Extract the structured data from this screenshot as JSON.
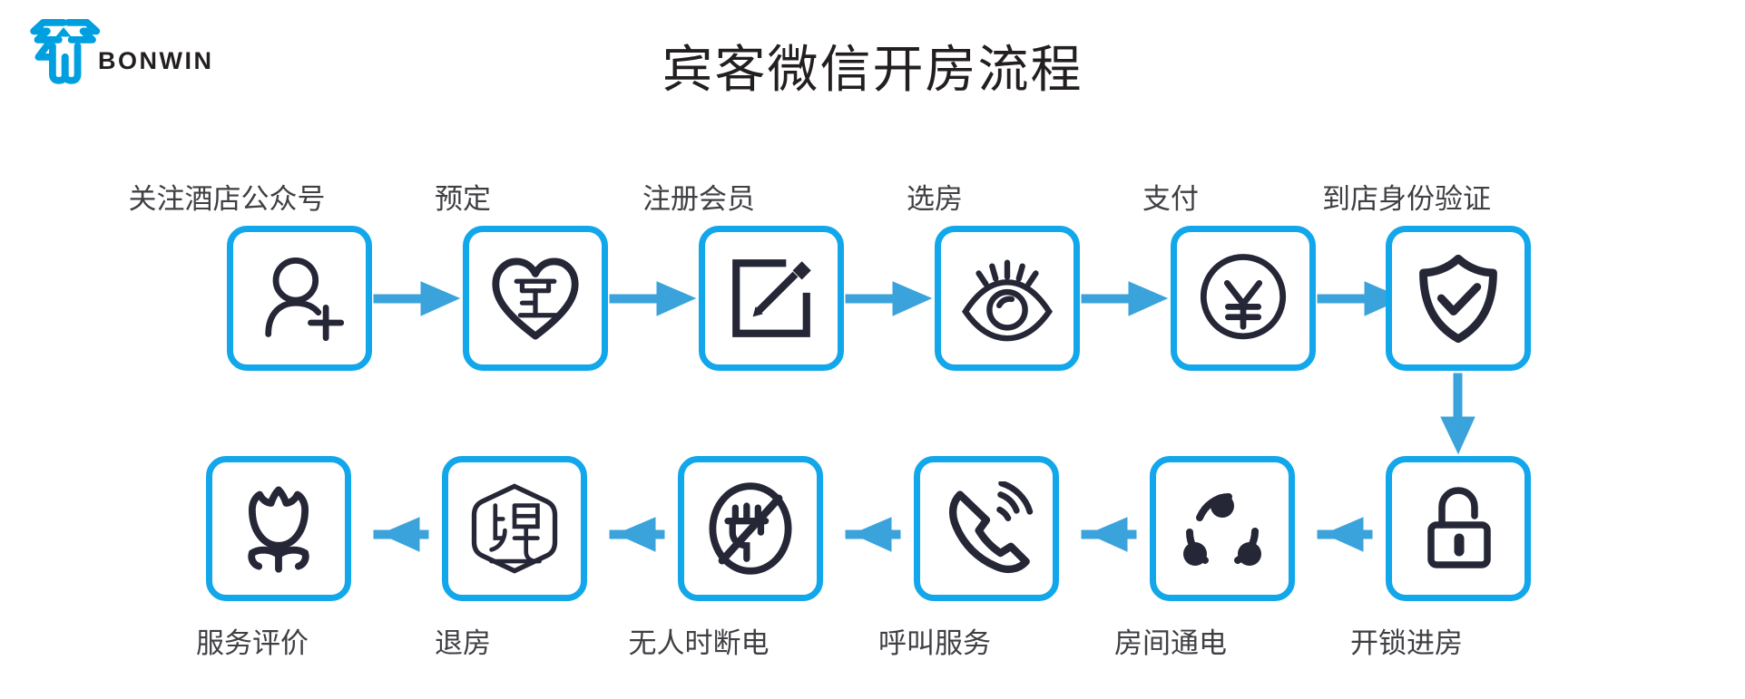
{
  "brand": {
    "name": "BONWIN",
    "logo_icon": "bonwin-propeller-logo",
    "logo_color": "#00a0e0",
    "wordmark_color": "#231f20"
  },
  "title": "宾客微信开房流程",
  "colors": {
    "node_border": "#12a7ea",
    "arrow": "#3ba3db",
    "icon": "#252636",
    "label_text": "#3f3f44",
    "background": "#ffffff"
  },
  "flow": {
    "top_row": [
      {
        "index": 1,
        "label": "关注酒店公众号",
        "icon": "user-add-icon"
      },
      {
        "index": 2,
        "label": "预定",
        "icon": "heart-ding-icon"
      },
      {
        "index": 3,
        "label": "注册会员",
        "icon": "edit-square-icon"
      },
      {
        "index": 4,
        "label": "选房",
        "icon": "eye-icon"
      },
      {
        "index": 5,
        "label": "支付",
        "icon": "yen-circle-icon"
      },
      {
        "index": 6,
        "label": "到店身份验证",
        "icon": "shield-check-icon"
      }
    ],
    "bottom_row": [
      {
        "index": 7,
        "label": "开锁进房",
        "icon": "unlock-icon"
      },
      {
        "index": 8,
        "label": "房间通电",
        "icon": "share-nodes-icon"
      },
      {
        "index": 9,
        "label": "呼叫服务",
        "icon": "phone-call-icon"
      },
      {
        "index": 10,
        "label": "无人时断电",
        "icon": "no-power-plug-icon"
      },
      {
        "index": 11,
        "label": "退房",
        "icon": "hexagon-tui-icon"
      },
      {
        "index": 12,
        "label": "服务评价",
        "icon": "tulip-flower-icon"
      }
    ],
    "connector_direction_top": "left-to-right",
    "connector_direction_bottom": "right-to-left",
    "vertical_connector": "top-right down to bottom-right"
  }
}
